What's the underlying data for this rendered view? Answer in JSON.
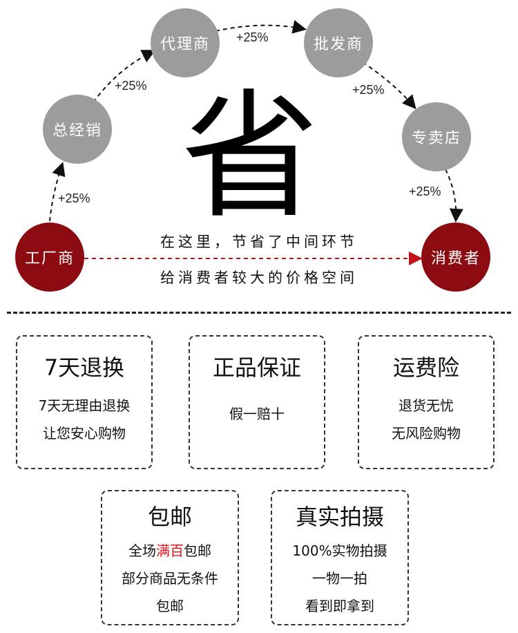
{
  "flow": {
    "nodes": [
      {
        "id": "factory",
        "label": "工厂商"
      },
      {
        "id": "distributor",
        "label": "总经销"
      },
      {
        "id": "agent",
        "label": "代理商"
      },
      {
        "id": "wholesaler",
        "label": "批发商"
      },
      {
        "id": "retailer",
        "label": "专卖店"
      },
      {
        "id": "consumer",
        "label": "消费者"
      }
    ],
    "markups": [
      "+25%",
      "+25%",
      "+25%",
      "+25%",
      "+25%"
    ],
    "big_char": "省",
    "caption_lines": [
      "在这里，节省了中间环节",
      "给消费者较大的价格空间"
    ]
  },
  "cards": [
    {
      "title": "7天退换",
      "lines": [
        "7天无理由退换",
        "让您安心购物"
      ]
    },
    {
      "title": "正品保证",
      "lines": [
        "假一赔十"
      ]
    },
    {
      "title": "运费险",
      "lines": [
        "退货无忧",
        "无风险购物"
      ]
    },
    {
      "title": "包邮",
      "line1_pre": "全场",
      "line1_hl": "满百",
      "line1_post": "包邮",
      "lines": [
        "部分商品无条件",
        "包邮"
      ]
    },
    {
      "title": "真实拍摄",
      "lines": [
        "100%实物拍摄",
        "一物一拍",
        "看到即拿到"
      ]
    }
  ],
  "colors": {
    "node_gray": "#9c9c9c",
    "node_red": "#8b0b10",
    "highlight": "#e0161b"
  }
}
